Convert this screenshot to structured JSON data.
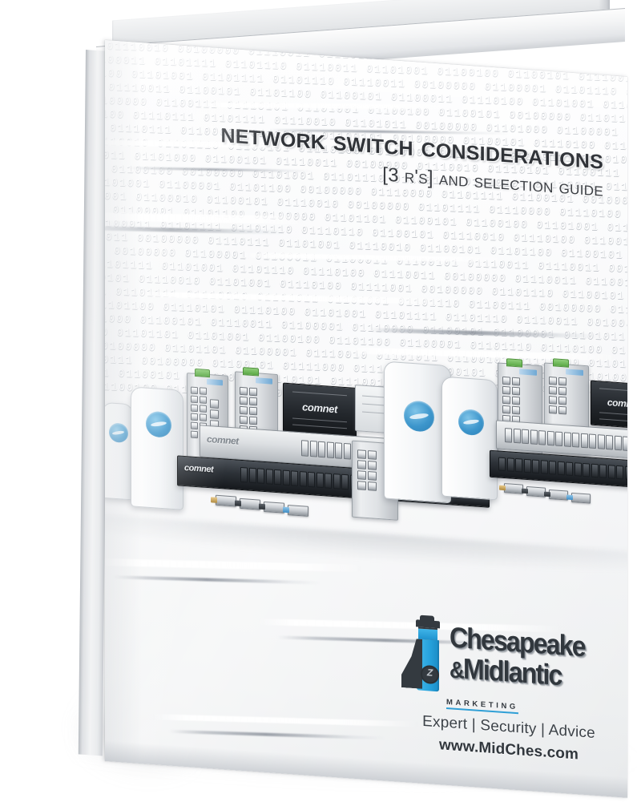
{
  "product": {
    "type": "ebook-cover-mockup",
    "title_line1": "Network Switch Considerations",
    "title_line2": "[3 R's] and Selection Guide"
  },
  "cover": {
    "background_color": "#f5f6f7",
    "background_texture": "binary-digits",
    "binary_text": "01101000 01110100 01110100 01110000 0110 01010 01110010 01101111 01110101 01110100 01100101 01110010 00100000 01110011 01110111 01101001 01110100 01100011 01101000 00100000 01100011 01101111 01101110 01110011 01101001 01100100 01100101 01110010 01100001 01110100 01101001 01101111 01101110 01110011 00100000 01100001 01101110 01100100 00100000 01110011 01100101 01101100 01100101 01100011 01110100 01101001 01101111 01101110 00100000 01100111 01110101 01101001 01100100 01100101 00100000 01101110 01100101 01110100 01110111 01101111 01110010 01101011 00100000 01101000 01100001 01110010 01100100 01110111 01100001 01110010 01100101 00100000 01100101 01110100 01101000 01100101 01110010 01101110 01100101 01110100 00100000 01110011 01110111 01101001 01110100 01100011 01101000 01100101 01110011 00100000 01110010 01110101 01100111 01100111 01100101 01100100 00100000 01101001 01101110 01100100 01110101 01110011 01110100 01110010 01101001 01100001 01101100 00100000 01110000 01101111 01100101 00100000 01100110 01101001 01100010 01100101 01110010 00100000 01101111 01110000 01110100 01101001 01100011 01100001 01101100 00100000 01101101 01100101 01100100 01101001 01100001 00100000 01100011 01101111 01101110 01110110 01100101 01110010 01110100 01100101 01110010 01110011 00100000 01110111 01101001 01110010 01100101 01101100 01100101 01110011 01110011 00100000 01100001 01100011 01100011 01100101 01110011 01110011 00100000 01110000 01101111 01101001 01101110 01110100 01110011 00100000 01110011 01100101 01100011 01110101 01110010 01101001 01110100 01111001 00100000 01101110 01100101 01110100 01110111 01101111 01110010 01101011 01101001 01101110 01100111 00100000 01110011 01101111 01101100 01110101 01110100 01101001 01101111 01101110 01110011 00100000 01100011 01101000 01100101 01110011 01100001 01110000 01100101 01100001 01101011 01100101 00100000 01101101 01101001 01100100 01101100 01100001 01101110 01110100 01101001 01100011 00100000 01101101 01100001 01110010 01101011 01100101 01110100 01101001 01101110 01100111 00100000 01100101 01111000 01110000 01100101 01110010 01110100 00100000 01110011 01100101 01100011 01110101 01110010 01101001 01110100 01111001 00100000 01100001 01100100 01110110 01101001 01100011 01100101"
  },
  "title": {
    "main": "Network Switch Considerations",
    "sub": "[3 R's] and Selection Guide",
    "color": "#2f3237"
  },
  "hero_image": {
    "description": "network switch product montage",
    "brand_on_devices": "comnet",
    "devices": [
      {
        "name": "wireless-access-point",
        "label": ""
      },
      {
        "name": "industrial-din-switch",
        "label": "comnet"
      },
      {
        "name": "managed-rack-switch",
        "label": "comnet"
      },
      {
        "name": "media-converter",
        "label": "comnet"
      },
      {
        "name": "sfp-transceiver",
        "label": ""
      }
    ]
  },
  "logo": {
    "icon": "lighthouse-icon",
    "name_line1": "Chesapeake",
    "name_line2_amp": "&",
    "name_line2": "Midlantic",
    "subword": "MARKETING",
    "tagline": "Expert | Security | Advice",
    "url": "www.MidChes.com",
    "accent_color": "#2f9fd6",
    "text_color": "#31373d"
  }
}
